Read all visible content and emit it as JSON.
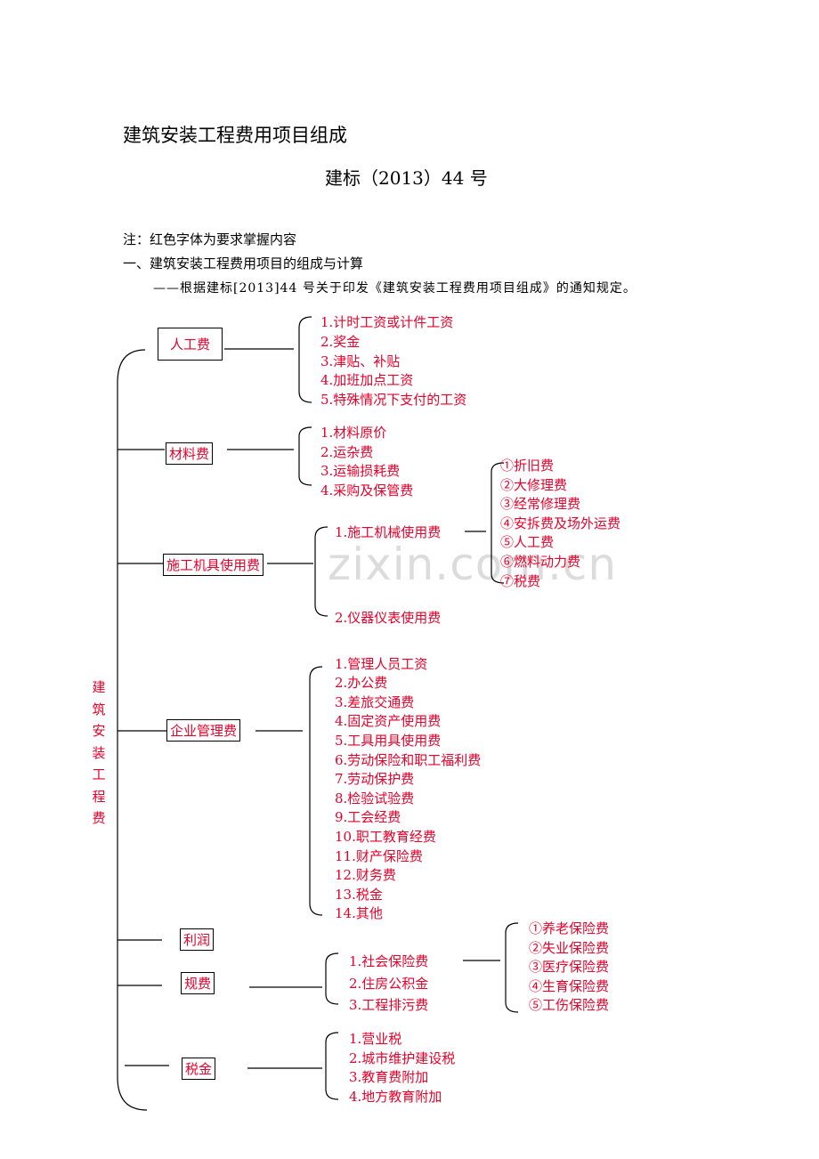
{
  "doc": {
    "title": "建筑安装工程费用项目组成",
    "subtitle": "建标（2013）44 号",
    "note": "注：红色字体为要求掌握内容",
    "section": "一、建筑安装工程费用项目的组成与计算",
    "reference": "——根据建标[2013]44 号关于印发《建筑安装工程费用项目组成》的通知规定。"
  },
  "tree": {
    "root": "建筑安装工程费",
    "labor": {
      "label": "人工费",
      "items": [
        "1.计时工资或计件工资",
        "2.奖金",
        "3.津贴、补贴",
        "4.加班加点工资",
        "5.特殊情况下支付的工资"
      ]
    },
    "material": {
      "label": "材料费",
      "items": [
        "1.材料原价",
        "2.运杂费",
        "3.运输损耗费",
        "4.采购及保管费"
      ]
    },
    "machinery": {
      "label": "施工机具使用费",
      "items": [
        "1.施工机械使用费",
        "2.仪器仪表使用费"
      ],
      "sub_items": [
        "①折旧费",
        "②大修理费",
        "③经常修理费",
        "④安拆费及场外运费",
        "⑤人工费",
        "⑥燃料动力费",
        "⑦税费"
      ]
    },
    "management": {
      "label": "企业管理费",
      "items": [
        "1.管理人员工资",
        "2.办公费",
        "3.差旅交通费",
        "4.固定资产使用费",
        "5.工具用具使用费",
        "6.劳动保险和职工福利费",
        "7.劳动保护费",
        "8.检验试验费",
        "9.工会经费",
        "10.职工教育经费",
        "11.财产保险费",
        "12.财务费",
        "13.税金",
        "14.其他"
      ]
    },
    "profit": {
      "label": "利润"
    },
    "fees": {
      "label": "规费",
      "items": [
        "1.社会保险费",
        "2.住房公积金",
        "3.工程排污费"
      ],
      "sub_items": [
        "①养老保险费",
        "②失业保险费",
        "③医疗保险费",
        "④生育保险费",
        "⑤工伤保险费"
      ]
    },
    "tax": {
      "label": "税金",
      "items": [
        "1.营业税",
        "2.城市维护建设税",
        "3.教育费附加",
        "4.地方教育附加"
      ]
    }
  },
  "watermark": "zixin.com.cn"
}
